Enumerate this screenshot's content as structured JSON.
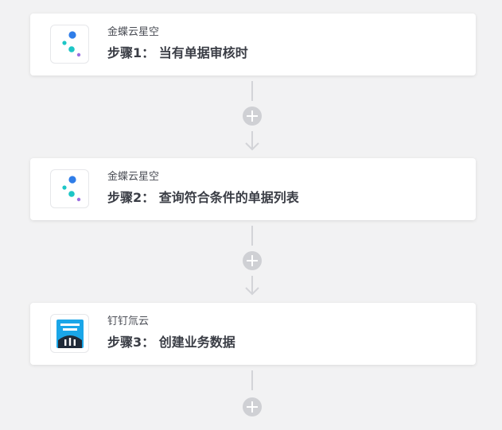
{
  "steps": [
    {
      "app": "金蝶云星空",
      "title": "步骤1： 当有单据审核时",
      "icon": "kingdee-cloud-icon"
    },
    {
      "app": "金蝶云星空",
      "title": "步骤2： 查询符合条件的单据列表",
      "icon": "kingdee-cloud-icon"
    },
    {
      "app": "钉钉氚云",
      "title": "步骤3： 创建业务数据",
      "icon": "dingtalk-h3yun-icon"
    }
  ],
  "colors": {
    "background": "#f2f2f3",
    "card": "#ffffff",
    "connector": "#d3d4d8",
    "plus_button": "#cfd0d4",
    "kingdee_blue": "#2f7de8",
    "kingdee_teal": "#1dc6c6",
    "kingdee_purple": "#9b6fe0",
    "h3yun_cyan": "#1aa6e8",
    "h3yun_dark": "#1f2a38"
  }
}
